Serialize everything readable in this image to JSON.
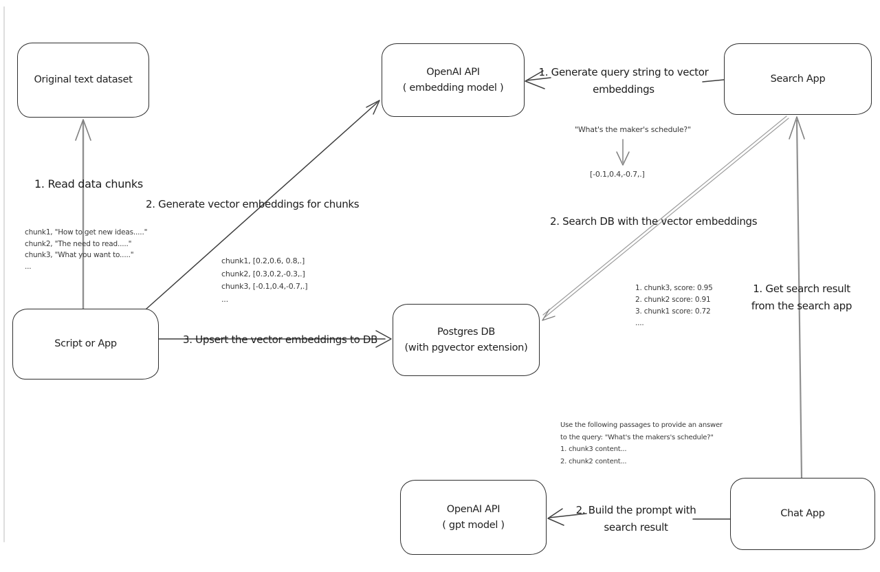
{
  "diagram": {
    "nodes": {
      "original_dataset": {
        "lines": [
          "Original text dataset"
        ]
      },
      "openai_embedding": {
        "lines": [
          "OpenAI API",
          "( embedding model )"
        ]
      },
      "search_app": {
        "lines": [
          "Search App"
        ]
      },
      "script_or_app": {
        "lines": [
          "Script or App"
        ]
      },
      "postgres_db": {
        "lines": [
          "Postgres DB",
          "(with pgvector extension)"
        ]
      },
      "openai_gpt": {
        "lines": [
          "OpenAI API",
          "( gpt model )"
        ]
      },
      "chat_app": {
        "lines": [
          "Chat App"
        ]
      }
    },
    "edge_labels": {
      "read_chunks": "1. Read data chunks",
      "generate_embeddings": "2. Generate vector embeddings for chunks",
      "upsert": "3. Upsert the vector embeddings  to DB",
      "query_to_vector": [
        "1. Generate query string to vector",
        "embeddings"
      ],
      "search_db": "2. Search DB with the vector embeddings",
      "get_result": [
        "1. Get search result",
        "from the search app"
      ],
      "build_prompt": [
        "2. Build the prompt with",
        "search result"
      ]
    },
    "annotations": {
      "chunk_texts": [
        "chunk1, \"How to get new ideas.....\"",
        "chunk2, \"The need to read.....\"",
        "chunk3, \"What you want to.....\"",
        "..."
      ],
      "chunk_vectors": [
        "chunk1, [0.2,0.6, 0.8,.]",
        "chunk2, [0.3,0.2,-0.3,.]",
        "chunk3, [-0.1,0.4,-0.7,.]",
        "..."
      ],
      "query_string": "\"What's the maker's schedule?\"",
      "query_vector": "[-0.1,0.4,-0.7,.]",
      "search_scores": [
        "1. chunk3, score: 0.95",
        "2. chunk2 score: 0.91",
        "3. chunk1 score: 0.72",
        "...."
      ],
      "prompt_text": [
        "Use the following passages to provide an answer",
        "to the query: \"What's the makers's schedule?\"",
        "1. chunk3 content...",
        "2. chunk2 content..."
      ]
    },
    "colors": {
      "box_border": "#2e2e2e",
      "stroke_dark": "#3d3d3d",
      "stroke_gray": "#8f8f8f",
      "background": "#ffffff"
    }
  }
}
